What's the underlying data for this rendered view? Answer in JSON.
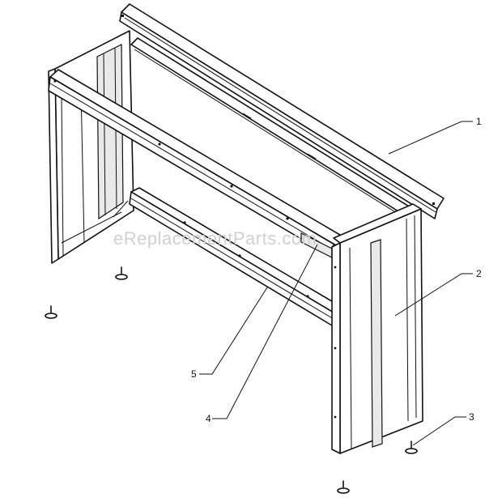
{
  "watermark": "eReplacementParts.com",
  "callouts": [
    {
      "id": "part-1",
      "label": "1"
    },
    {
      "id": "part-2",
      "label": "2"
    },
    {
      "id": "part-3",
      "label": "3"
    },
    {
      "id": "part-4",
      "label": "4"
    },
    {
      "id": "part-5",
      "label": "5"
    }
  ],
  "colors": {
    "line": "#111111",
    "background": "#ffffff",
    "watermark": "#d0d0d0"
  }
}
